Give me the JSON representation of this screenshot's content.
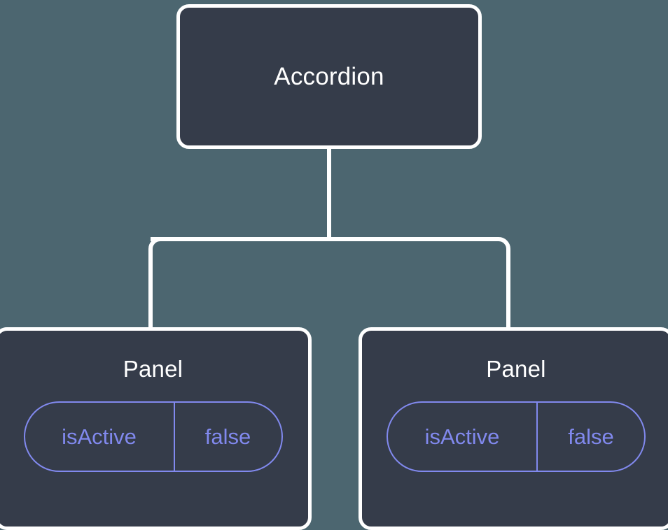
{
  "diagram": {
    "type": "component-tree",
    "background_color": "#4c6670",
    "node_fill_color": "#353c4a",
    "node_border_color": "#ffffff",
    "connector_color": "#ffffff",
    "accent_color": "#8189ee",
    "root": {
      "label": "Accordion"
    },
    "children": [
      {
        "label": "Panel",
        "state": {
          "key": "isActive",
          "value": "false"
        }
      },
      {
        "label": "Panel",
        "state": {
          "key": "isActive",
          "value": "false"
        }
      }
    ]
  }
}
